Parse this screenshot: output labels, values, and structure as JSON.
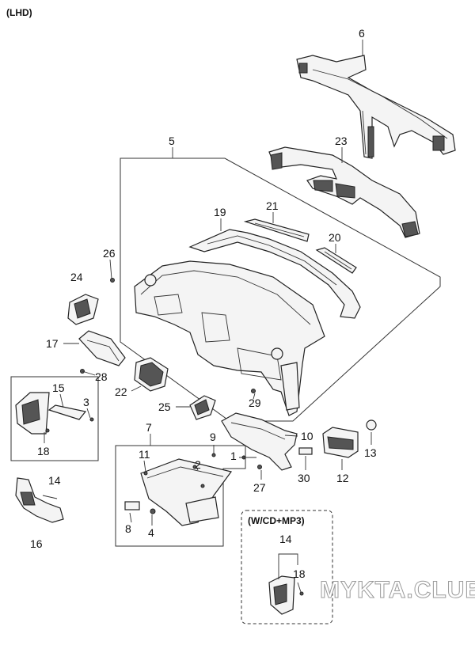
{
  "header": {
    "variant": "(LHD)"
  },
  "option_box": {
    "label": "(W/CD+MP3)"
  },
  "watermark": "MYKTA.CLUB",
  "callouts": [
    "6",
    "5",
    "23",
    "19",
    "21",
    "20",
    "26",
    "24",
    "17",
    "28",
    "22",
    "25",
    "29",
    "15",
    "3",
    "18",
    "14",
    "16",
    "7",
    "11",
    "2",
    "8",
    "4",
    "9",
    "1",
    "27",
    "10",
    "30",
    "12",
    "13",
    "14",
    "18"
  ]
}
